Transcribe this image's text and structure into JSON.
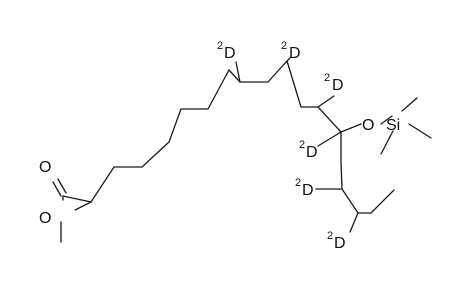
{
  "molecule": {
    "atoms": {
      "o_carbonyl": "O",
      "o_ester": "O",
      "o_ether": "O",
      "si": "Si",
      "d_c10": "D",
      "d_c11": "D",
      "d_c12": "D",
      "d_c13": "D",
      "d_c15": "D",
      "d_c16": "D"
    },
    "isotope": "2"
  }
}
